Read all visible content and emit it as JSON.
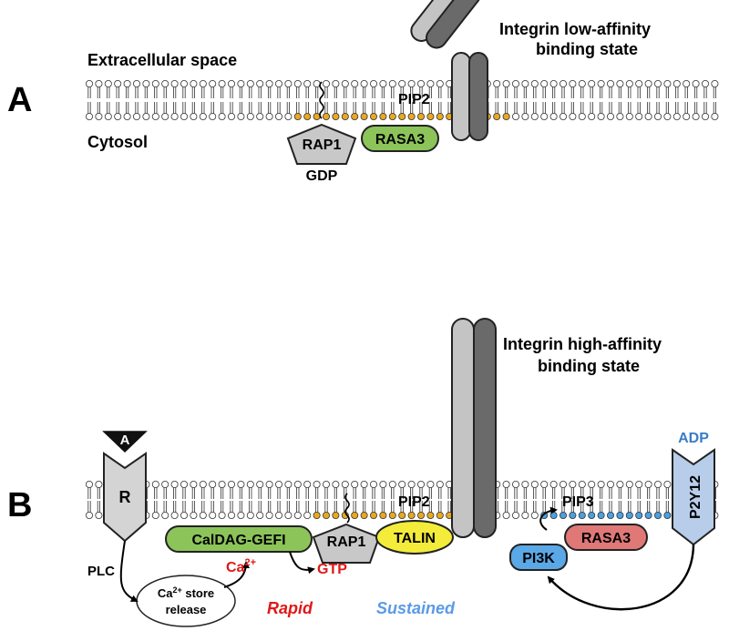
{
  "panel_a": {
    "letter": "A",
    "extracellular_label": "Extracellular space",
    "cytosol_label": "Cytosol",
    "pip2_label": "PIP2",
    "integrin_label_line1": "Integrin low-affinity",
    "integrin_label_line2": "binding state",
    "rap1_label": "RAP1",
    "gdp_label": "GDP",
    "rasa3_label": "RASA3"
  },
  "panel_b": {
    "letter": "B",
    "agonist_label": "A",
    "receptor_label": "R",
    "plc_label": "PLC",
    "ca_store_line1": "Ca",
    "ca_store_sup": "2+",
    "ca_store_line1_tail": " store",
    "ca_store_line2": "release",
    "ca_label": "Ca",
    "ca_sup": "2+",
    "caldag_label": "CalDAG-GEFI",
    "rap1_label": "RAP1",
    "gtp_label": "GTP",
    "talin_label": "TALIN",
    "pip2_label": "PIP2",
    "pip3_label": "PIP3",
    "integrin_label_line1": "Integrin high-affinity",
    "integrin_label_line2": "binding state",
    "rasa3_label": "RASA3",
    "pi3k_label": "PI3K",
    "adp_label": "ADP",
    "p2y12_label": "P2Y12",
    "rapid_label": "Rapid",
    "sustained_label": "Sustained"
  },
  "colors": {
    "lipid_head": "#ffffff",
    "pip2_head": "#e8a820",
    "pip3_head": "#4aa0e0",
    "rasa3_fill": "#8cc45a",
    "rasa3_b_fill": "#e07878",
    "caldag_fill": "#8cc45a",
    "talin_fill": "#f4ec3a",
    "pi3k_fill": "#5aa8e6",
    "p2y12_fill": "#b8cdea",
    "rap1_fill": "#c8c8c8",
    "receptor_fill": "#d4d4d4",
    "integrin_light": "#c4c4c4",
    "integrin_dark": "#6a6a6a",
    "red_text": "#e01818",
    "blue_text": "#3a7cc8",
    "sustained_text": "#5a9ae6"
  }
}
